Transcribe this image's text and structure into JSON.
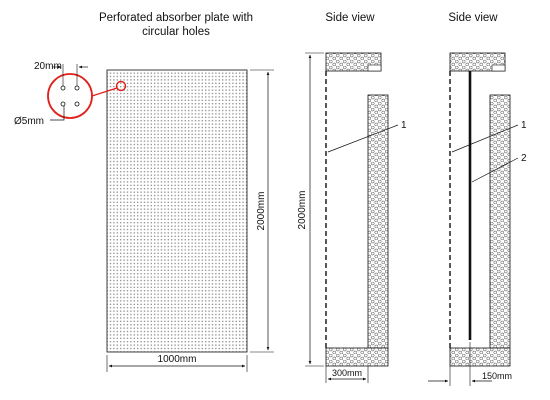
{
  "plate": {
    "title_line1": "Perforated absorber plate with",
    "title_line2": "circular holes",
    "width_label": "1000mm",
    "height_label": "2000mm",
    "spacing_label": "20mm",
    "hole_label": "Ø5mm"
  },
  "side_view_1": {
    "title": "Side view",
    "height_label": "2000mm",
    "gap_label": "300mm",
    "callout_1": "1"
  },
  "side_view_2": {
    "title": "Side view",
    "gap_label": "150mm",
    "callout_1": "1",
    "callout_2": "2"
  },
  "colors": {
    "line": "#111111",
    "highlight": "#e0201b",
    "plate_fill": "#f6f6f6"
  }
}
